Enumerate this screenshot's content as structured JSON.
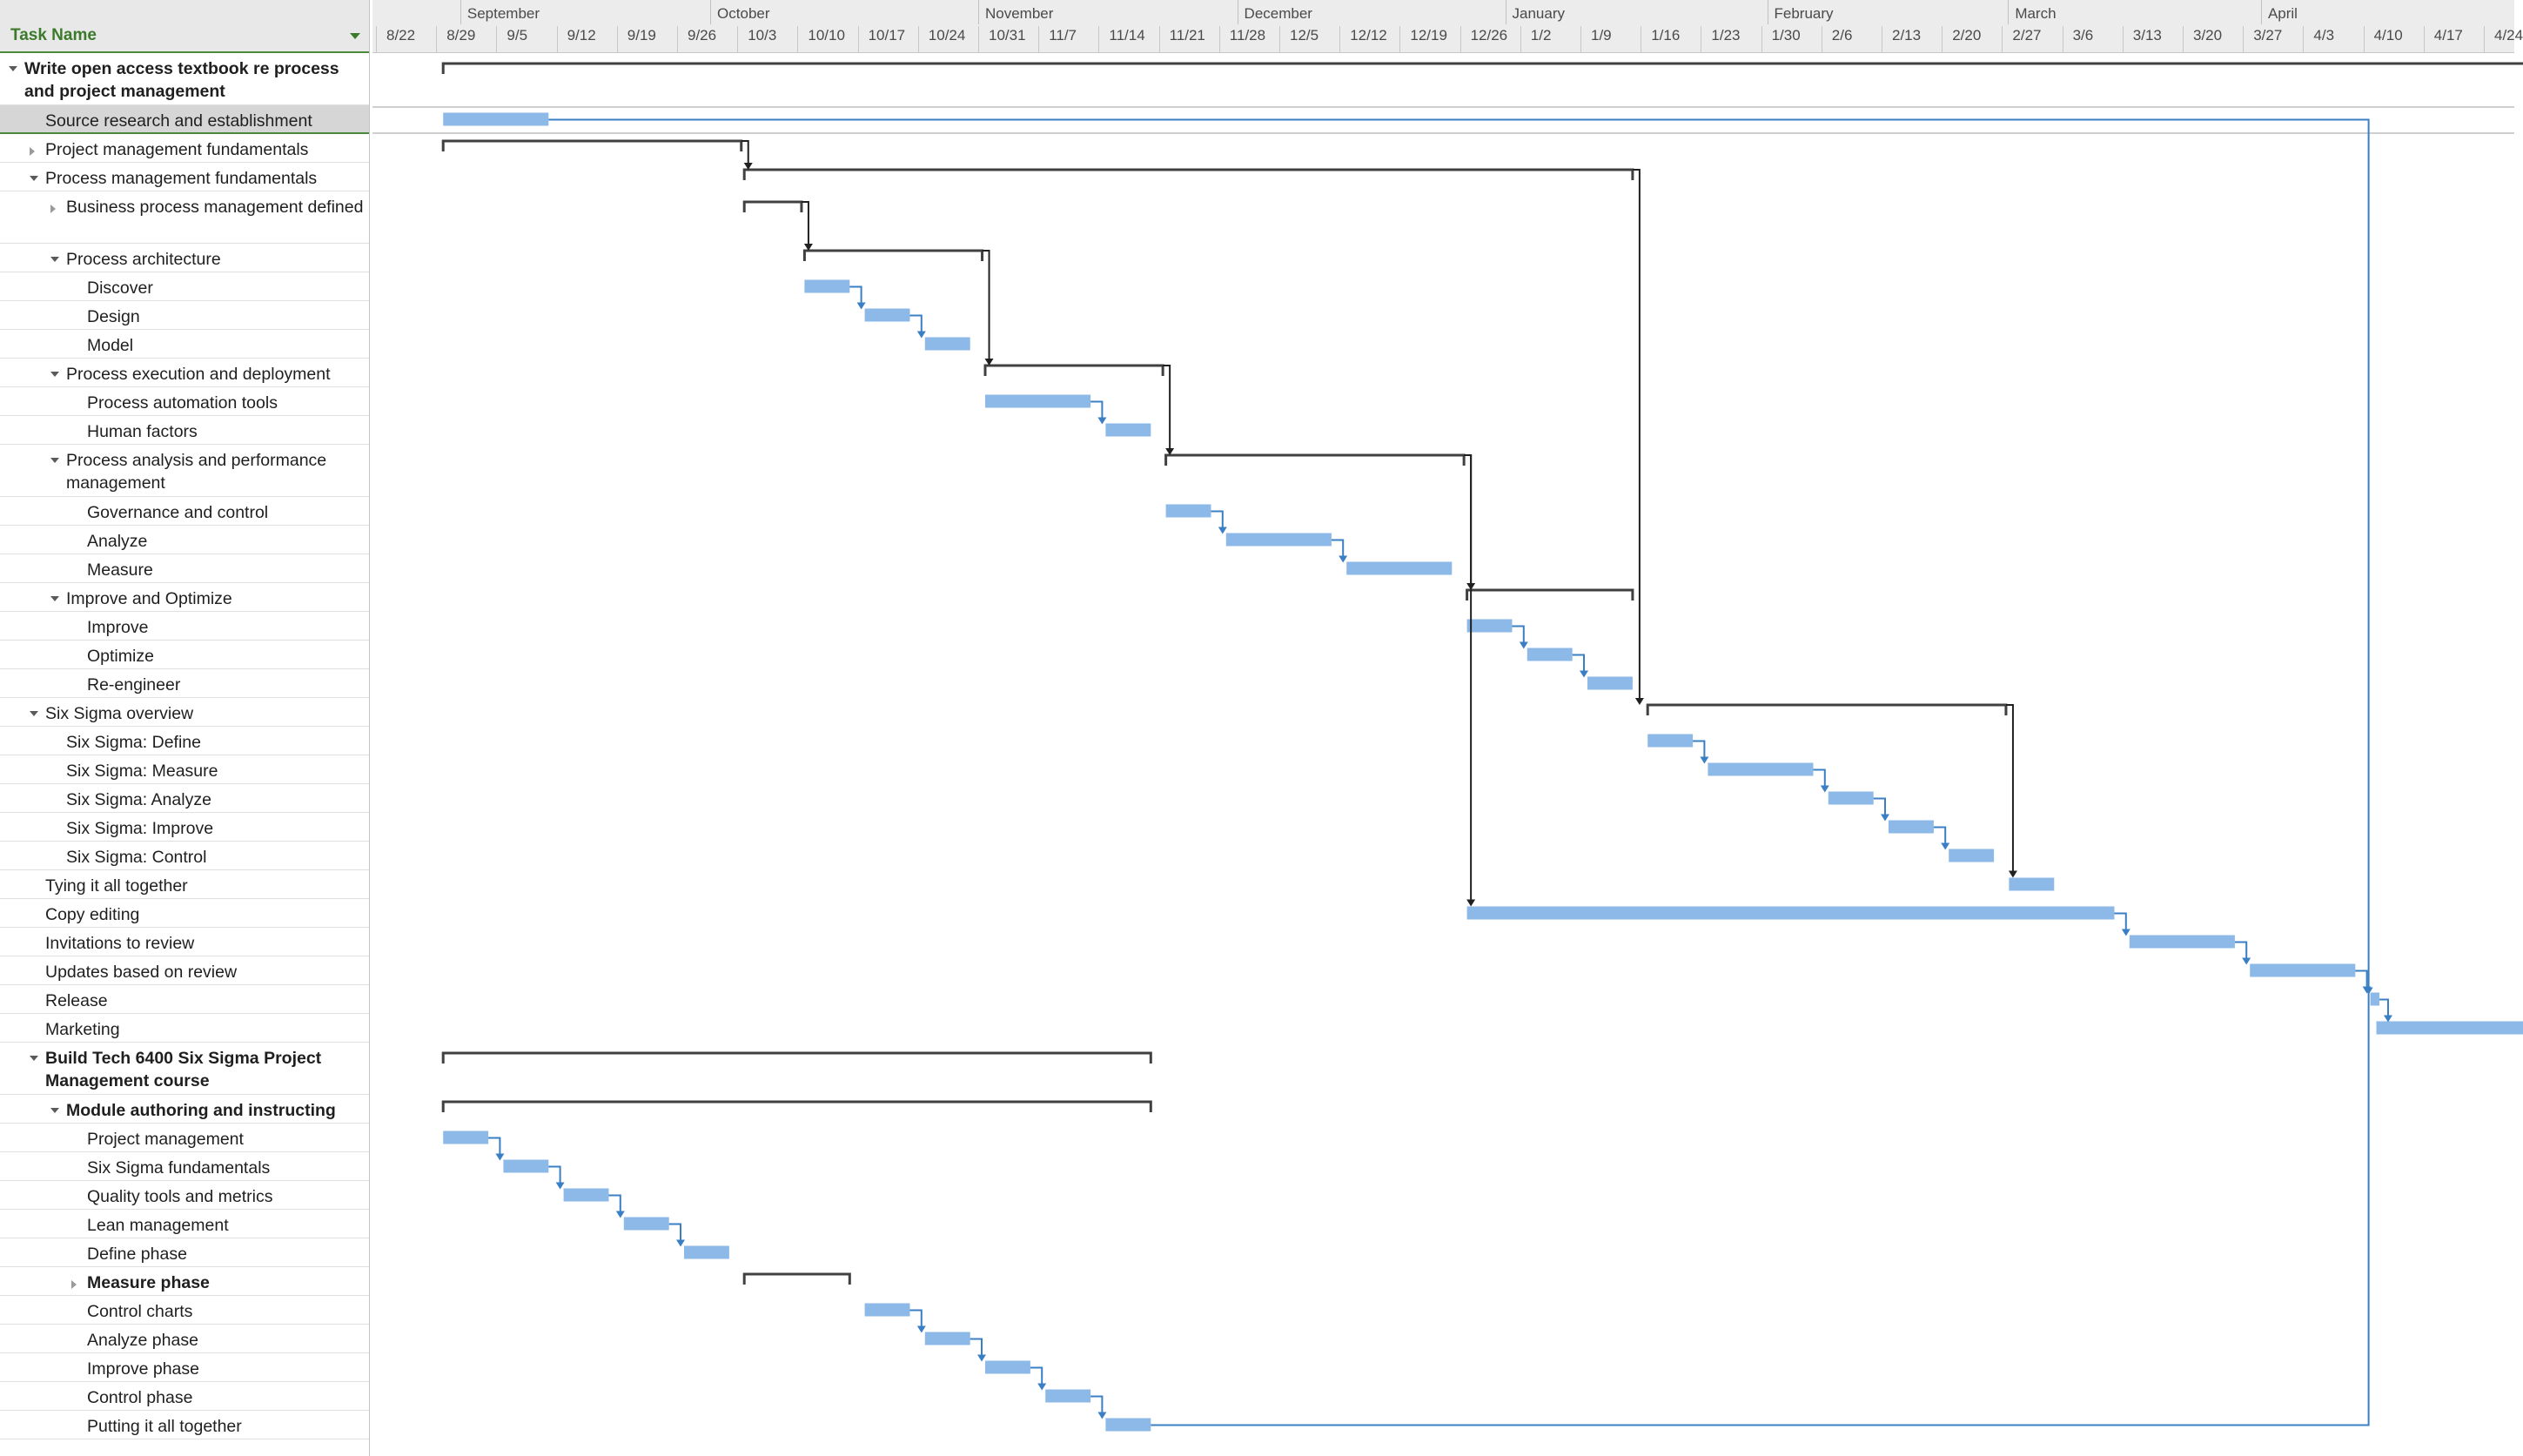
{
  "table": {
    "column_header": "Task Name"
  },
  "tasks": [
    {
      "label": "Write open access textbook re process and project management",
      "level": 0,
      "summary": true,
      "expanded": true
    },
    {
      "label": "Source research and establishment",
      "level": 1,
      "summary": false,
      "selected": true
    },
    {
      "label": "Project management fundamentals",
      "level": 1,
      "summary": true,
      "expanded": false
    },
    {
      "label": "Process management fundamentals",
      "level": 1,
      "summary": true,
      "expanded": true
    },
    {
      "label": "Business process management defined",
      "level": 2,
      "summary": true,
      "expanded": false
    },
    {
      "label": "Process architecture",
      "level": 2,
      "summary": true,
      "expanded": true
    },
    {
      "label": "Discover",
      "level": 3,
      "summary": false
    },
    {
      "label": "Design",
      "level": 3,
      "summary": false
    },
    {
      "label": "Model",
      "level": 3,
      "summary": false
    },
    {
      "label": "Process execution and deployment",
      "level": 2,
      "summary": true,
      "expanded": true
    },
    {
      "label": "Process automation tools",
      "level": 3,
      "summary": false
    },
    {
      "label": "Human factors",
      "level": 3,
      "summary": false
    },
    {
      "label": "Process analysis and performance management",
      "level": 2,
      "summary": true,
      "expanded": true
    },
    {
      "label": "Governance and control",
      "level": 3,
      "summary": false
    },
    {
      "label": "Analyze",
      "level": 3,
      "summary": false
    },
    {
      "label": "Measure",
      "level": 3,
      "summary": false
    },
    {
      "label": "Improve and Optimize",
      "level": 2,
      "summary": true,
      "expanded": true
    },
    {
      "label": "Improve",
      "level": 3,
      "summary": false
    },
    {
      "label": "Optimize",
      "level": 3,
      "summary": false
    },
    {
      "label": "Re-engineer",
      "level": 3,
      "summary": false
    },
    {
      "label": "Six Sigma overview",
      "level": 1,
      "summary": true,
      "expanded": true
    },
    {
      "label": "Six Sigma: Define",
      "level": 2,
      "summary": false
    },
    {
      "label": "Six Sigma: Measure",
      "level": 2,
      "summary": false
    },
    {
      "label": "Six Sigma: Analyze",
      "level": 2,
      "summary": false
    },
    {
      "label": "Six Sigma: Improve",
      "level": 2,
      "summary": false
    },
    {
      "label": "Six Sigma: Control",
      "level": 2,
      "summary": false
    },
    {
      "label": "Tying it all together",
      "level": 1,
      "summary": false
    },
    {
      "label": "Copy editing",
      "level": 1,
      "summary": false
    },
    {
      "label": "Invitations to review",
      "level": 1,
      "summary": false
    },
    {
      "label": "Updates based on review",
      "level": 1,
      "summary": false
    },
    {
      "label": "Release",
      "level": 1,
      "summary": false
    },
    {
      "label": "Marketing",
      "level": 1,
      "summary": false
    },
    {
      "label": "Build Tech 6400 Six Sigma Project Management course",
      "level": 1,
      "summary": true,
      "expanded": true,
      "bold": true
    },
    {
      "label": "Module authoring and instructing",
      "level": 2,
      "summary": true,
      "expanded": true,
      "bold": true
    },
    {
      "label": "Project management",
      "level": 3,
      "summary": false
    },
    {
      "label": "Six Sigma fundamentals",
      "level": 3,
      "summary": false
    },
    {
      "label": "Quality tools and metrics",
      "level": 3,
      "summary": false
    },
    {
      "label": "Lean management",
      "level": 3,
      "summary": false
    },
    {
      "label": "Define phase",
      "level": 3,
      "summary": false
    },
    {
      "label": "Measure phase",
      "level": 3,
      "summary": true,
      "expanded": false,
      "bold": true
    },
    {
      "label": "Control charts",
      "level": 3,
      "summary": false
    },
    {
      "label": "Analyze phase",
      "level": 3,
      "summary": false
    },
    {
      "label": "Improve phase",
      "level": 3,
      "summary": false
    },
    {
      "label": "Control phase",
      "level": 3,
      "summary": false
    },
    {
      "label": "Putting it all together",
      "level": 3,
      "summary": false
    }
  ],
  "timescale": {
    "months": [
      "September",
      "October",
      "November",
      "December",
      "January",
      "February",
      "March",
      "April"
    ],
    "weeks": [
      "8/22",
      "8/29",
      "9/5",
      "9/12",
      "9/19",
      "9/26",
      "10/3",
      "10/10",
      "10/17",
      "10/24",
      "10/31",
      "11/7",
      "11/14",
      "11/21",
      "11/28",
      "12/5",
      "12/12",
      "12/19",
      "12/26",
      "1/2",
      "1/9",
      "1/16",
      "1/23",
      "1/30",
      "2/6",
      "2/13",
      "2/20",
      "2/27",
      "3/6",
      "3/13",
      "3/20",
      "3/27",
      "4/3",
      "4/10",
      "4/17",
      "4/24"
    ]
  },
  "colors": {
    "task_bar": "#8db9e8",
    "link_line": "#3a7fc4",
    "summary_bracket": "#404040",
    "header_accent": "#3b7a2a"
  },
  "schedule": {
    "unit": "weeks from 8/22",
    "bars": [
      {
        "row": 1,
        "start": 1.0,
        "end": 2.75
      },
      {
        "row": 6,
        "start": 7.0,
        "end": 7.75
      },
      {
        "row": 7,
        "start": 8.0,
        "end": 8.75
      },
      {
        "row": 8,
        "start": 9.0,
        "end": 9.75
      },
      {
        "row": 10,
        "start": 10.0,
        "end": 11.75
      },
      {
        "row": 11,
        "start": 12.0,
        "end": 12.75
      },
      {
        "row": 13,
        "start": 13.0,
        "end": 13.75
      },
      {
        "row": 14,
        "start": 14.0,
        "end": 15.75
      },
      {
        "row": 15,
        "start": 16.0,
        "end": 17.75
      },
      {
        "row": 17,
        "start": 18.0,
        "end": 18.75
      },
      {
        "row": 18,
        "start": 19.0,
        "end": 19.75
      },
      {
        "row": 19,
        "start": 20.0,
        "end": 20.75
      },
      {
        "row": 21,
        "start": 21.0,
        "end": 21.75
      },
      {
        "row": 22,
        "start": 22.0,
        "end": 23.75
      },
      {
        "row": 23,
        "start": 24.0,
        "end": 24.75
      },
      {
        "row": 24,
        "start": 25.0,
        "end": 25.75
      },
      {
        "row": 25,
        "start": 26.0,
        "end": 26.75
      },
      {
        "row": 26,
        "start": 27.0,
        "end": 27.75
      },
      {
        "row": 27,
        "start": 18.0,
        "end": 28.75
      },
      {
        "row": 28,
        "start": 29.0,
        "end": 30.75
      },
      {
        "row": 29,
        "start": 31.0,
        "end": 32.75
      },
      {
        "row": 30,
        "start": 33.0,
        "end": 33.15
      },
      {
        "row": 31,
        "start": 33.1,
        "end": 36.0
      },
      {
        "row": 34,
        "start": 1.0,
        "end": 1.75
      },
      {
        "row": 35,
        "start": 2.0,
        "end": 2.75
      },
      {
        "row": 36,
        "start": 3.0,
        "end": 3.75
      },
      {
        "row": 37,
        "start": 4.0,
        "end": 4.75
      },
      {
        "row": 38,
        "start": 5.0,
        "end": 5.75
      },
      {
        "row": 40,
        "start": 8.0,
        "end": 8.75
      },
      {
        "row": 41,
        "start": 9.0,
        "end": 9.75
      },
      {
        "row": 42,
        "start": 10.0,
        "end": 10.75
      },
      {
        "row": 43,
        "start": 11.0,
        "end": 11.75
      },
      {
        "row": 44,
        "start": 12.0,
        "end": 12.75
      }
    ],
    "summaries": [
      {
        "row": 0,
        "start": 1.0,
        "end": 36.0
      },
      {
        "row": 2,
        "start": 1.0,
        "end": 5.95
      },
      {
        "row": 3,
        "start": 6.0,
        "end": 20.75
      },
      {
        "row": 4,
        "start": 6.0,
        "end": 6.95
      },
      {
        "row": 5,
        "start": 7.0,
        "end": 9.95
      },
      {
        "row": 9,
        "start": 10.0,
        "end": 12.95
      },
      {
        "row": 12,
        "start": 13.0,
        "end": 17.95
      },
      {
        "row": 16,
        "start": 18.0,
        "end": 20.75
      },
      {
        "row": 20,
        "start": 21.0,
        "end": 26.95
      },
      {
        "row": 32,
        "start": 1.0,
        "end": 12.75
      },
      {
        "row": 33,
        "start": 1.0,
        "end": 12.75
      },
      {
        "row": 39,
        "start": 6.0,
        "end": 7.75
      }
    ],
    "chain_links": [
      [
        34,
        35
      ],
      [
        35,
        36
      ],
      [
        36,
        37
      ],
      [
        37,
        38
      ],
      [
        38,
        39
      ],
      [
        40,
        41
      ],
      [
        41,
        42
      ],
      [
        42,
        43
      ],
      [
        43,
        44
      ],
      [
        6,
        7
      ],
      [
        7,
        8
      ],
      [
        10,
        11
      ],
      [
        13,
        14
      ],
      [
        14,
        15
      ],
      [
        17,
        18
      ],
      [
        18,
        19
      ],
      [
        21,
        22
      ],
      [
        22,
        23
      ],
      [
        23,
        24
      ],
      [
        24,
        25
      ],
      [
        27,
        28
      ],
      [
        28,
        29
      ],
      [
        29,
        30
      ],
      [
        30,
        31
      ]
    ],
    "summary_links": [
      {
        "from": 2,
        "to": 3
      },
      {
        "from": 4,
        "to": 5
      },
      {
        "from": 5,
        "to": 9
      },
      {
        "from": 9,
        "to": 12
      },
      {
        "from": 12,
        "to": 16
      },
      {
        "from": 3,
        "to": 20
      },
      {
        "from": 20,
        "to": 26
      },
      {
        "from": 12,
        "to": 27
      }
    ],
    "long_links": [
      {
        "from": 1,
        "to": 30
      },
      {
        "from": 44,
        "to": 30
      }
    ]
  }
}
